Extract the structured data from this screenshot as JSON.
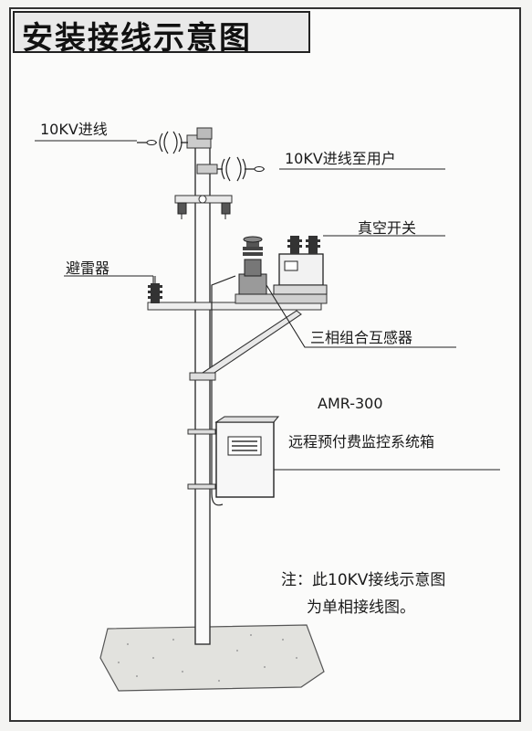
{
  "title": "安装接线示意图",
  "labels": {
    "incoming_line": "10KV进线",
    "to_user": "10KV进线至用户",
    "vacuum_switch": "真空开关",
    "arrester": "避雷器",
    "combined_transformer": "三相组合互感器",
    "amr_model": "AMR-300",
    "amr_box": "远程预付费监控系统箱"
  },
  "note": {
    "line1": "注：此10KV接线示意图",
    "line2": "为单相接线图。"
  }
}
